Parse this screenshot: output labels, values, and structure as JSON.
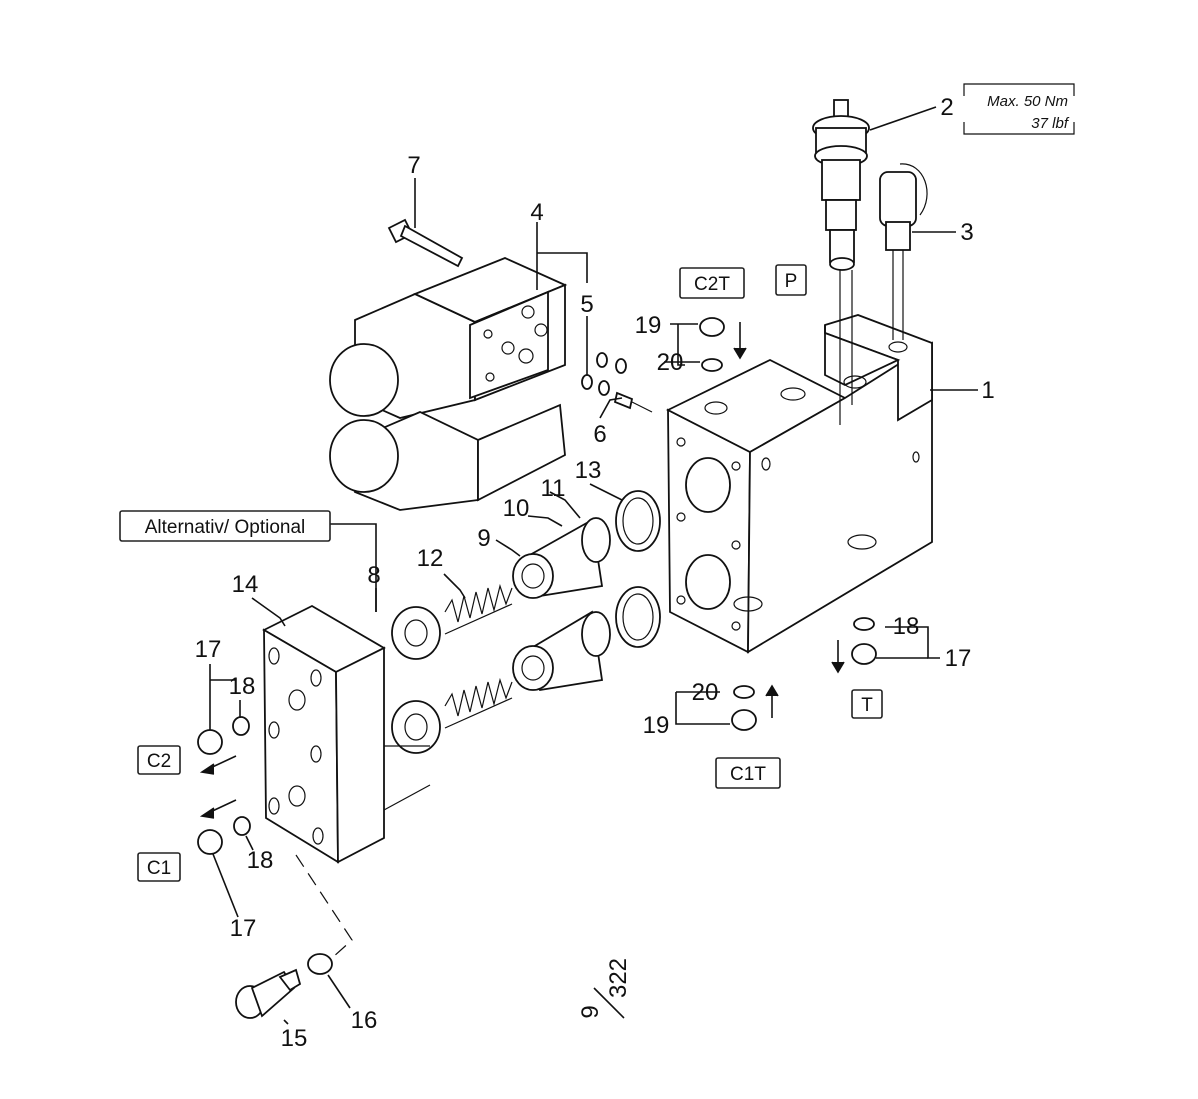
{
  "part_numbers": {
    "p1": "1",
    "p2": "2",
    "p3": "3",
    "p4": "4",
    "p5": "5",
    "p6": "6",
    "p7": "7",
    "p8": "8",
    "p9": "9",
    "p10": "10",
    "p11": "11",
    "p12": "12",
    "p13": "13",
    "p14": "14",
    "p15": "15",
    "p16": "16",
    "p17a": "17",
    "p17b": "17",
    "p17c": "17",
    "p18a": "18",
    "p18b": "18",
    "p18c": "18",
    "p19a": "19",
    "p19b": "19",
    "p20a": "20",
    "p20b": "20"
  },
  "port_labels": {
    "c2t": "C2T",
    "p": "P",
    "t": "T",
    "c1t": "C1T",
    "c2": "C2",
    "c1": "C1"
  },
  "torque": {
    "line1": "Max. 50 Nm",
    "line2": "37 lbf"
  },
  "alternative_label": "Alternativ/ Optional",
  "figure_ref": {
    "numerator": "9",
    "denominator": "322"
  }
}
